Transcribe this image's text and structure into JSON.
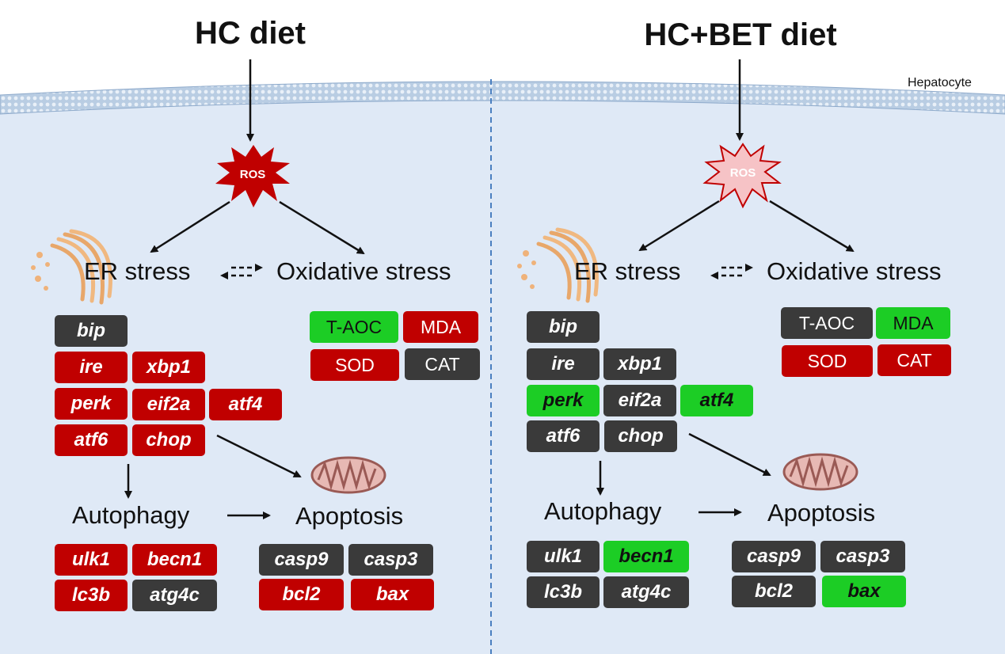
{
  "colors": {
    "up": "#c00000",
    "neutral": "#3a3a3a",
    "down": "#1ccd25",
    "cell": "#dde8f5",
    "membrane": "#9fbad6",
    "divider": "#4a7fc0"
  },
  "membrane_label": "Hepatocyte",
  "panels": [
    {
      "title": "HC diet",
      "ros": "ROS",
      "er_stress": "ER stress",
      "oxidative_stress": "Oxidative stress",
      "autophagy": "Autophagy",
      "apoptosis": "Apoptosis",
      "oxidative_markers": [
        {
          "label": "T-AOC",
          "status": "down"
        },
        {
          "label": "MDA",
          "status": "up"
        },
        {
          "label": "SOD",
          "status": "up"
        },
        {
          "label": "CAT",
          "status": "neutral"
        }
      ],
      "er_genes": [
        {
          "label": "bip",
          "status": "neutral"
        },
        {
          "label": "ire",
          "status": "up"
        },
        {
          "label": "xbp1",
          "status": "up"
        },
        {
          "label": "perk",
          "status": "up"
        },
        {
          "label": "eif2a",
          "status": "up"
        },
        {
          "label": "atf4",
          "status": "up"
        },
        {
          "label": "atf6",
          "status": "up"
        },
        {
          "label": "chop",
          "status": "up"
        }
      ],
      "autophagy_genes": [
        {
          "label": "ulk1",
          "status": "up"
        },
        {
          "label": "becn1",
          "status": "up"
        },
        {
          "label": "lc3b",
          "status": "up"
        },
        {
          "label": "atg4c",
          "status": "neutral"
        }
      ],
      "apoptosis_genes": [
        {
          "label": "casp9",
          "status": "neutral"
        },
        {
          "label": "casp3",
          "status": "neutral"
        },
        {
          "label": "bcl2",
          "status": "up"
        },
        {
          "label": "bax",
          "status": "up"
        }
      ]
    },
    {
      "title": "HC+BET diet",
      "ros": "ROS",
      "er_stress": "ER stress",
      "oxidative_stress": "Oxidative stress",
      "autophagy": "Autophagy",
      "apoptosis": "Apoptosis",
      "oxidative_markers": [
        {
          "label": "T-AOC",
          "status": "neutral"
        },
        {
          "label": "MDA",
          "status": "down"
        },
        {
          "label": "SOD",
          "status": "up"
        },
        {
          "label": "CAT",
          "status": "up"
        }
      ],
      "er_genes": [
        {
          "label": "bip",
          "status": "neutral"
        },
        {
          "label": "ire",
          "status": "neutral"
        },
        {
          "label": "xbp1",
          "status": "neutral"
        },
        {
          "label": "perk",
          "status": "down"
        },
        {
          "label": "eif2a",
          "status": "neutral"
        },
        {
          "label": "atf4",
          "status": "down"
        },
        {
          "label": "atf6",
          "status": "neutral"
        },
        {
          "label": "chop",
          "status": "neutral"
        }
      ],
      "autophagy_genes": [
        {
          "label": "ulk1",
          "status": "neutral"
        },
        {
          "label": "becn1",
          "status": "down"
        },
        {
          "label": "lc3b",
          "status": "neutral"
        },
        {
          "label": "atg4c",
          "status": "neutral"
        }
      ],
      "apoptosis_genes": [
        {
          "label": "casp9",
          "status": "neutral"
        },
        {
          "label": "casp3",
          "status": "neutral"
        },
        {
          "label": "bcl2",
          "status": "neutral"
        },
        {
          "label": "bax",
          "status": "down"
        }
      ]
    }
  ]
}
